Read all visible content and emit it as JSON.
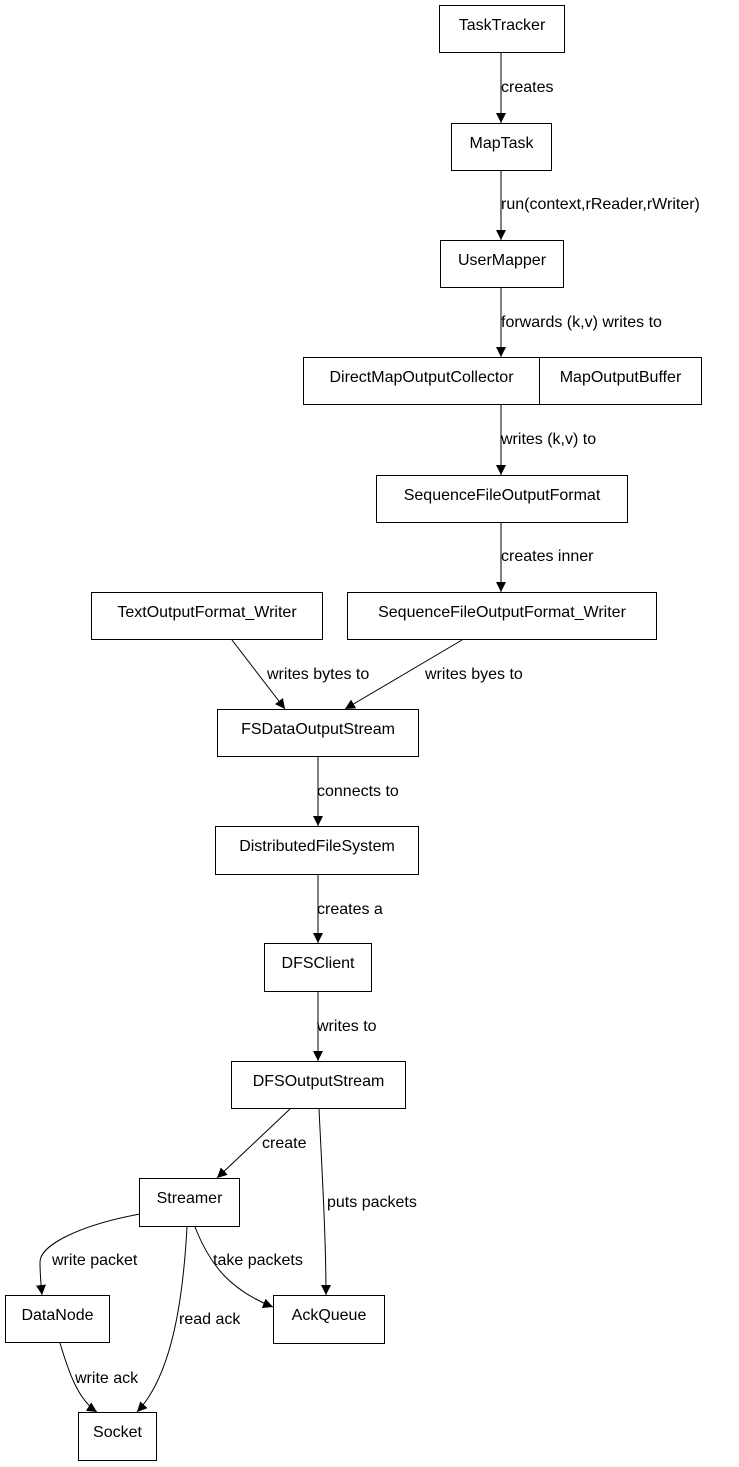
{
  "colors": {
    "background": "#ffffff",
    "stroke": "#000000",
    "text": "#000000"
  },
  "nodes": {
    "tasktracker": "TaskTracker",
    "maptask": "MapTask",
    "usermapper": "UserMapper",
    "directmapoutputcollector": "DirectMapOutputCollector",
    "mapoutputbuffer": "MapOutputBuffer",
    "sequencefileoutputformat": "SequenceFileOutputFormat",
    "textoutputformat_writer": "TextOutputFormat_Writer",
    "sequencefileoutputformat_writer": "SequenceFileOutputFormat_Writer",
    "fsdataoutputstream": "FSDataOutputStream",
    "distributedfilesystem": "DistributedFileSystem",
    "dfsclient": "DFSClient",
    "dfsoutputstream": "DFSOutputStream",
    "streamer": "Streamer",
    "datanode": "DataNode",
    "ackqueue": "AckQueue",
    "socket": "Socket"
  },
  "edges": {
    "tasktracker_maptask": "creates",
    "maptask_usermapper": "run(context,rReader,rWriter)",
    "usermapper_collector": "forwards (k,v) writes to",
    "collector_sequencefileoutputformat": "writes (k,v) to",
    "sequencefileoutputformat_writer": "creates inner",
    "textwriter_fsdataoutputstream": "writes bytes to",
    "seqwriter_fsdataoutputstream": "writes byes to",
    "fsdataoutputstream_dfs": "connects to",
    "dfs_dfsclient": "creates a",
    "dfsclient_dfsoutputstream": "writes to",
    "dfsoutputstream_streamer": "create",
    "dfsoutputstream_ackqueue": "puts packets",
    "streamer_datanode": "write packet",
    "streamer_ackqueue": "take packets",
    "streamer_socket": "read ack",
    "datanode_socket": "write ack"
  }
}
